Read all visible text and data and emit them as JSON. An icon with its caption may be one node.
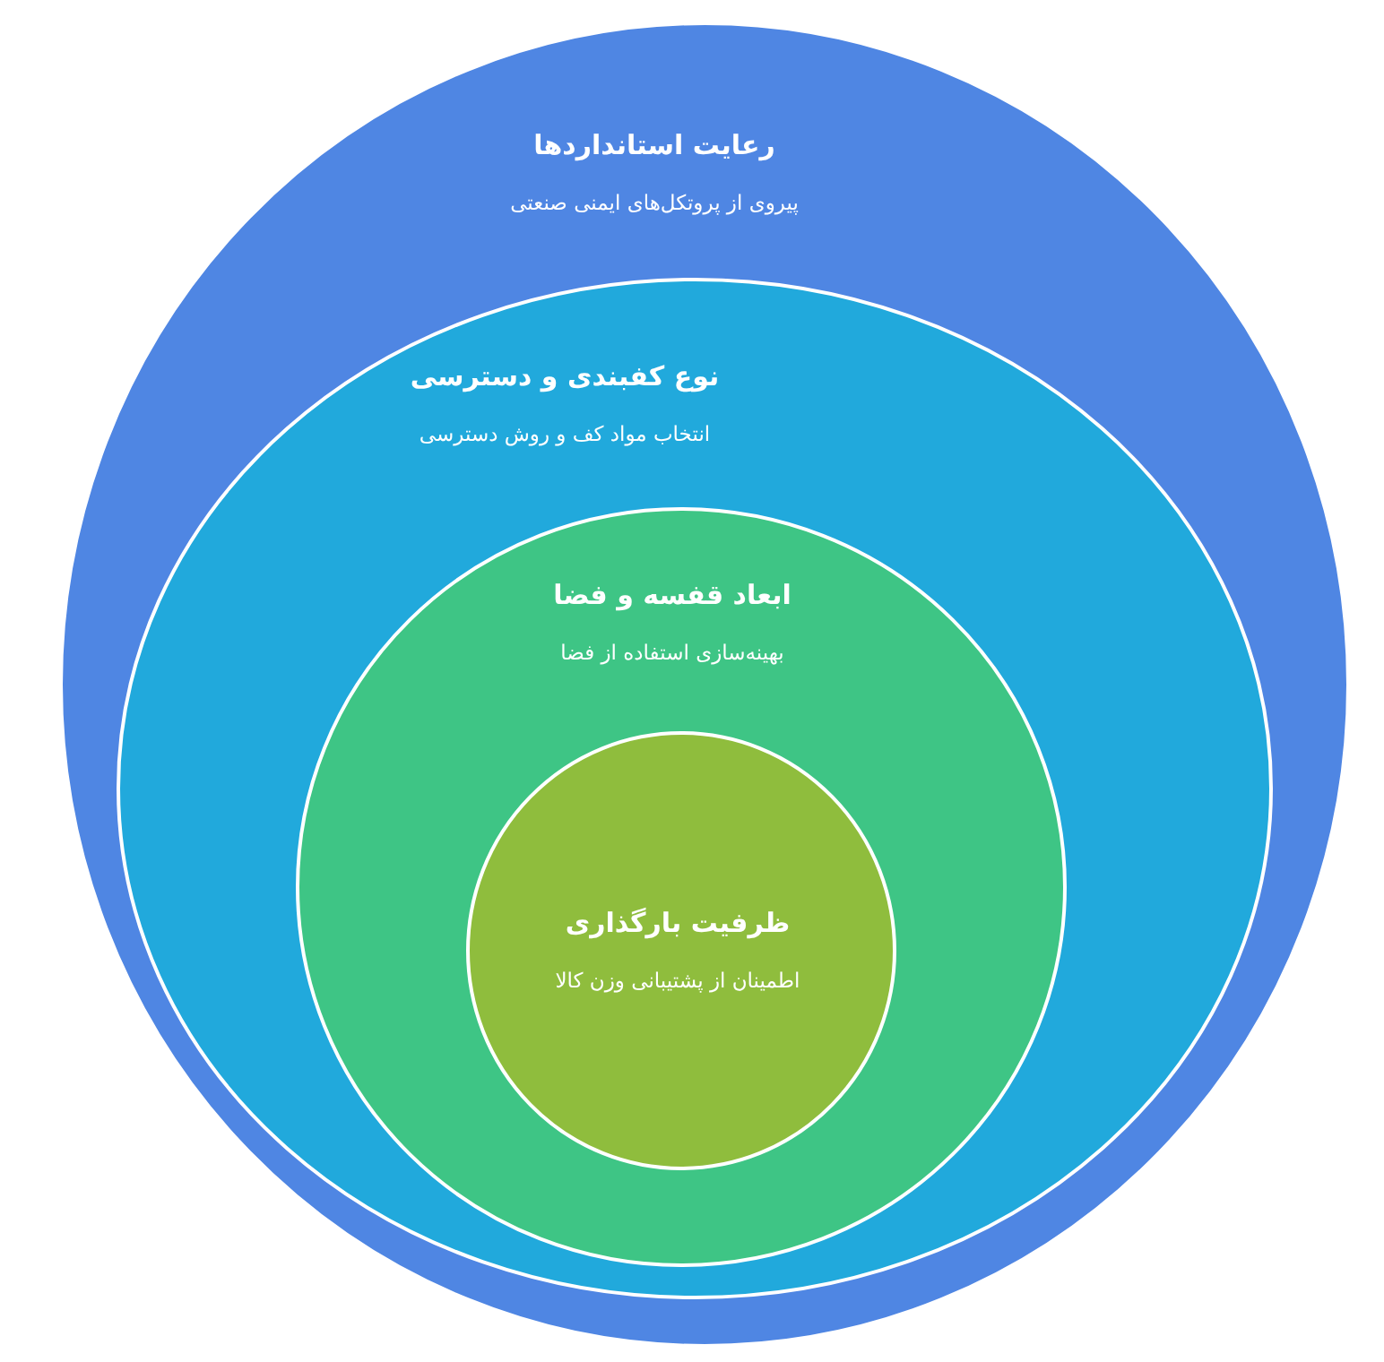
{
  "diagram": {
    "nodes": [
      {
        "text": [
          "رعایت استانداردها",
          "پیروی از پروتکل‌های ایمنی صنعتی"
        ]
      },
      {
        "text": [
          "نوع کفبندی و دسترسی",
          "انتخاب مواد کف و روش دسترسی"
        ],
        "in": 0
      },
      {
        "text": [
          "ابعاد قفسه و فضا",
          "بهینه‌سازی استفاده از فضا"
        ],
        "in": 1
      },
      {
        "text": [
          "ظرفیت بارگذاری",
          "اطمینان از پشتیبانی وزن کالا"
        ],
        "in": 2
      }
    ]
  }
}
